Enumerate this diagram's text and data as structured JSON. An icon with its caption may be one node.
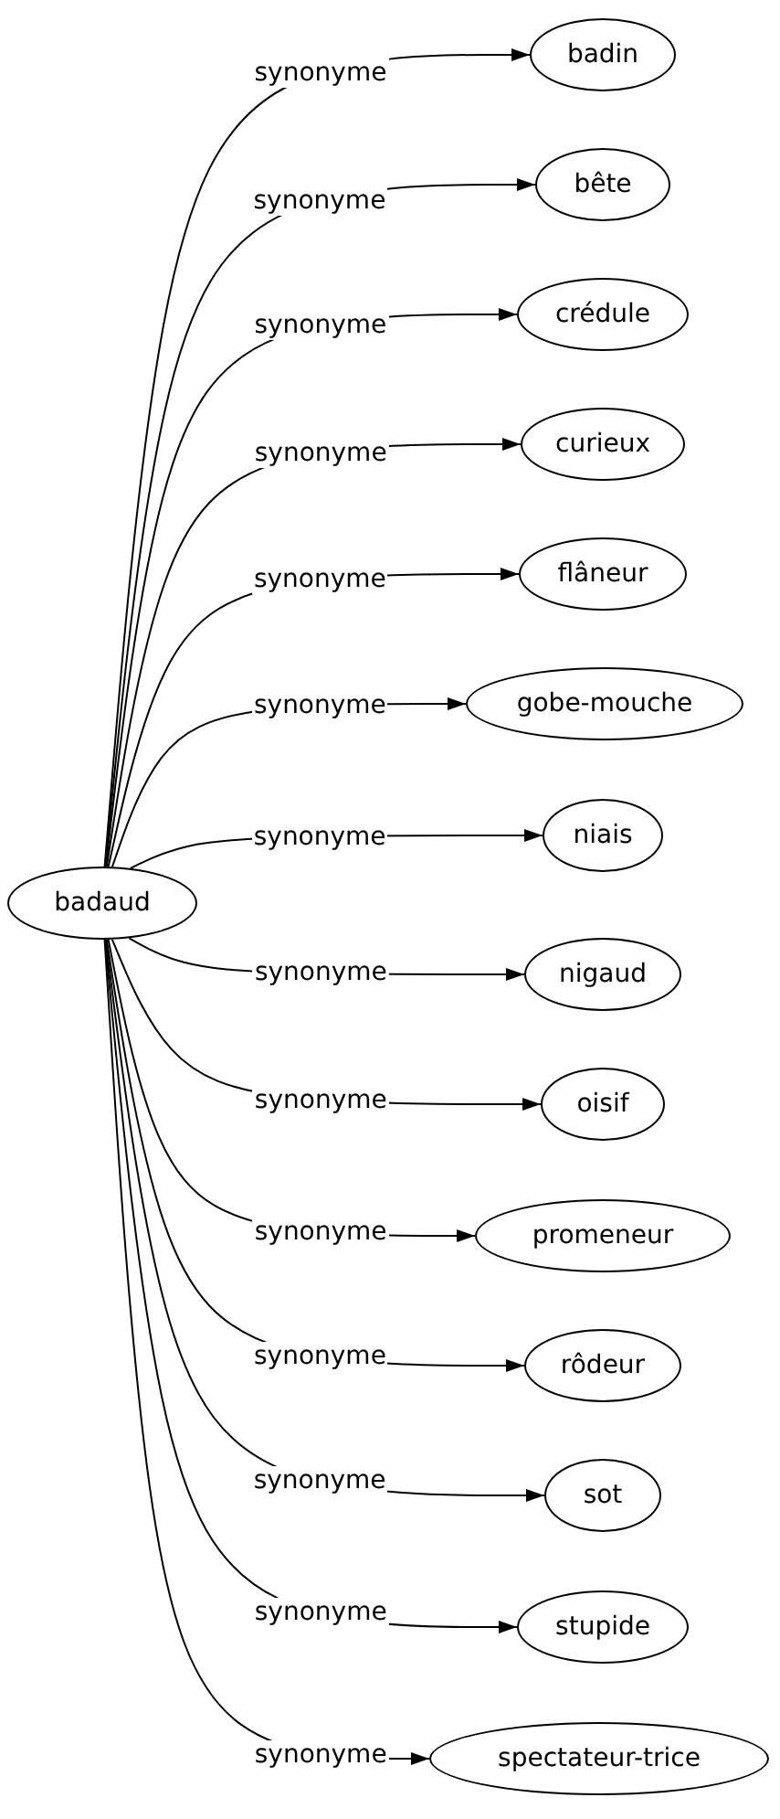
{
  "diagram": {
    "nodes": [
      {
        "text": [
          "badaud"
        ]
      },
      {
        "text": [
          "badin"
        ]
      },
      {
        "text": [
          "bête"
        ]
      },
      {
        "text": [
          "crédule"
        ]
      },
      {
        "text": [
          "curieux"
        ]
      },
      {
        "text": [
          "flâneur"
        ]
      },
      {
        "text": [
          "gobe-mouche"
        ]
      },
      {
        "text": [
          "niais"
        ]
      },
      {
        "text": [
          "nigaud"
        ]
      },
      {
        "text": [
          "oisif"
        ]
      },
      {
        "text": [
          "promeneur"
        ]
      },
      {
        "text": [
          "rôdeur"
        ]
      },
      {
        "text": [
          "sot"
        ]
      },
      {
        "text": [
          "stupide"
        ]
      },
      {
        "text": [
          "spectateur-trice"
        ]
      }
    ],
    "edges": [
      {
        "from": 0,
        "to": 1,
        "arrow": "to",
        "label": "synonyme"
      },
      {
        "from": 0,
        "to": 2,
        "arrow": "to",
        "label": "synonyme"
      },
      {
        "from": 0,
        "to": 3,
        "arrow": "to",
        "label": "synonyme"
      },
      {
        "from": 0,
        "to": 4,
        "arrow": "to",
        "label": "synonyme"
      },
      {
        "from": 0,
        "to": 5,
        "arrow": "to",
        "label": "synonyme"
      },
      {
        "from": 0,
        "to": 6,
        "arrow": "to",
        "label": "synonyme"
      },
      {
        "from": 0,
        "to": 7,
        "arrow": "to",
        "label": "synonyme"
      },
      {
        "from": 0,
        "to": 8,
        "arrow": "to",
        "label": "synonyme"
      },
      {
        "from": 0,
        "to": 9,
        "arrow": "to",
        "label": "synonyme"
      },
      {
        "from": 0,
        "to": 10,
        "arrow": "to",
        "label": "synonyme"
      },
      {
        "from": 0,
        "to": 11,
        "arrow": "to",
        "label": "synonyme"
      },
      {
        "from": 0,
        "to": 12,
        "arrow": "to",
        "label": "synonyme"
      },
      {
        "from": 0,
        "to": 13,
        "arrow": "to",
        "label": "synonyme"
      },
      {
        "from": 0,
        "to": 14,
        "arrow": "to",
        "label": "synonyme"
      }
    ]
  }
}
